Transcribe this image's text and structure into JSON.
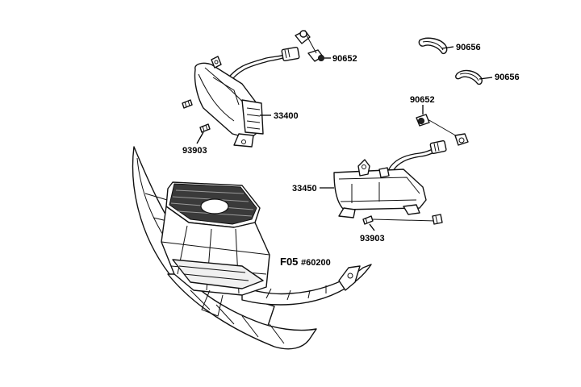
{
  "labels": {
    "clip_upper": "90656",
    "clip_lower": "90656",
    "bulb_left": "90652",
    "bulb_right": "90652",
    "lamp_left": "33400",
    "lamp_right": "33450",
    "screw_left": "93903",
    "screw_right": "93903",
    "fairing_code": "F05",
    "fairing_ref": "#60200"
  }
}
